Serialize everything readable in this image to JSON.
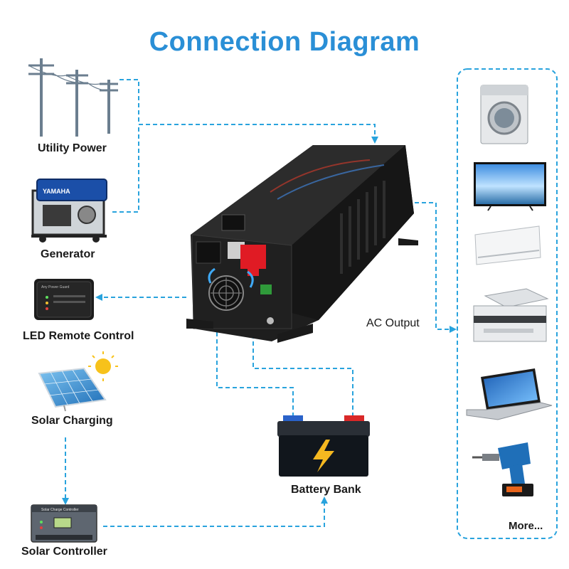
{
  "title": "Connection Diagram",
  "sources": {
    "utility": "Utility Power",
    "generator": "Generator",
    "remote": "LED Remote Control",
    "solar_charging": "Solar Charging",
    "solar_controller": "Solar Controller"
  },
  "center": {
    "battery": "Battery Bank",
    "ac_output": "AC Output",
    "generator_brand": "YAMAHA",
    "remote_title": "Any Power Guard",
    "controller_title": "Solar Charge Controller"
  },
  "loads": {
    "items": [
      "washing-machine",
      "television",
      "air-conditioner",
      "printer",
      "laptop",
      "drill"
    ],
    "more": "More..."
  },
  "colors": {
    "accent": "#2a8fd6",
    "dash": "#29a3dd",
    "inverter": "#1e1e1e",
    "terminal_red": "#e01b24"
  }
}
